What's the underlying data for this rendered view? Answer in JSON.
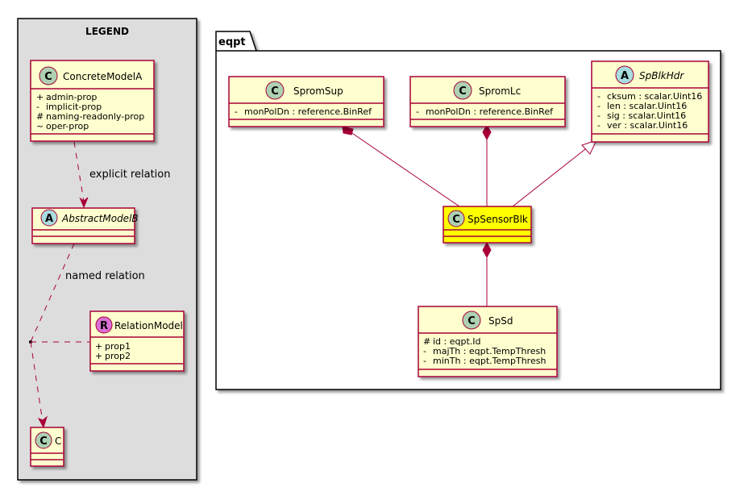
{
  "legend": {
    "title": "LEGEND",
    "classes": {
      "concrete": {
        "stereotype": "C",
        "name": "ConcreteModelA",
        "attrs": [
          {
            "vis": "+",
            "text": "admin-prop"
          },
          {
            "vis": "-",
            "text": "implicit-prop"
          },
          {
            "vis": "#",
            "text": "naming-readonly-prop"
          },
          {
            "vis": "~",
            "text": "oper-prop"
          }
        ]
      },
      "abstract": {
        "stereotype": "A",
        "name": "AbstractModelB"
      },
      "relation": {
        "stereotype": "R",
        "name": "RelationModel",
        "attrs": [
          {
            "vis": "+",
            "text": "prop1"
          },
          {
            "vis": "+",
            "text": "prop2"
          }
        ]
      },
      "c": {
        "stereotype": "C",
        "name": "C"
      }
    },
    "edges": {
      "explicit": "explicit relation",
      "named": "named relation"
    }
  },
  "package": {
    "name": "eqpt",
    "classes": {
      "spromsup": {
        "stereotype": "C",
        "name": "SpromSup",
        "attrs": [
          {
            "vis": "-",
            "text": "monPolDn : reference.BinRef"
          }
        ]
      },
      "spromlc": {
        "stereotype": "C",
        "name": "SpromLc",
        "attrs": [
          {
            "vis": "-",
            "text": "monPolDn : reference.BinRef"
          }
        ]
      },
      "spblkhdr": {
        "stereotype": "A",
        "name": "SpBlkHdr",
        "attrs": [
          {
            "vis": "-",
            "text": "cksum : scalar.Uint16"
          },
          {
            "vis": "-",
            "text": "len : scalar.Uint16"
          },
          {
            "vis": "-",
            "text": "sig : scalar.Uint16"
          },
          {
            "vis": "-",
            "text": "ver : scalar.Uint16"
          }
        ]
      },
      "spsensorblk": {
        "stereotype": "C",
        "name": "SpSensorBlk"
      },
      "spsd": {
        "stereotype": "C",
        "name": "SpSd",
        "attrs": [
          {
            "vis": "#",
            "text": "id : eqpt.Id"
          },
          {
            "vis": "-",
            "text": "majTh : eqpt.TempThresh"
          },
          {
            "vis": "-",
            "text": "minTh : eqpt.TempThresh"
          }
        ]
      }
    }
  },
  "colors": {
    "class_fill": "#FEFECE",
    "border": "#A80036",
    "highlight": "#FFFF00",
    "legend_bg": "#DDDDDD",
    "circle_c": "#ADD1B2",
    "circle_a": "#A9DCDF",
    "circle_r": "#DA70D6"
  }
}
